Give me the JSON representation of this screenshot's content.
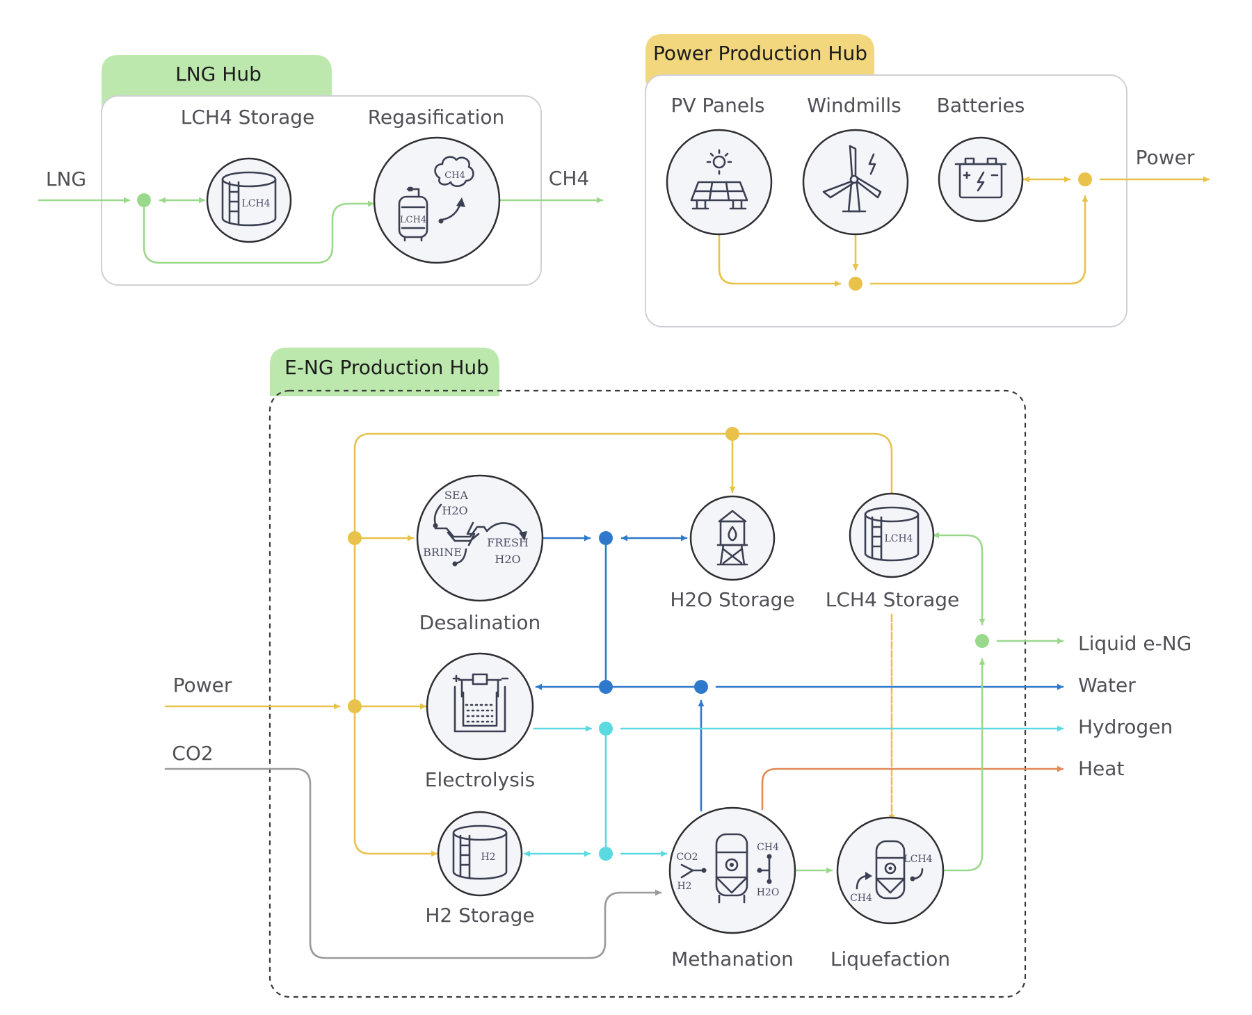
{
  "colors": {
    "gas": "#9ad98c",
    "power": "#e8c24a",
    "water": "#2f79cc",
    "hydrogen": "#5ad9e0",
    "co2": "#9a9a9a",
    "heat": "#e08a55",
    "lng_tab": "#bce8ae",
    "power_tab": "#f2d77e"
  },
  "lng_hub": {
    "title": "LNG Hub",
    "input_label": "LNG",
    "output_label": "CH4",
    "storage": {
      "label": "LCH4 Storage",
      "icon": "tank-icon",
      "glyph": "LCH4"
    },
    "regas": {
      "label": "Regasification",
      "icon": "gas-cylinder-icon",
      "glyph_tank": "LCH4",
      "glyph_cloud": "CH4"
    }
  },
  "power_hub": {
    "title": "Power Production Hub",
    "output_label": "Power",
    "pv": {
      "label": "PV Panels",
      "icon": "solar-panel-icon"
    },
    "wind": {
      "label": "Windmills",
      "icon": "wind-turbine-icon"
    },
    "battery": {
      "label": "Batteries",
      "icon": "battery-icon"
    }
  },
  "eng_hub": {
    "title": "E-NG Production Hub",
    "inputs": {
      "power": "Power",
      "co2": "CO2"
    },
    "outputs": {
      "liquid_eng": "Liquid e-NG",
      "water": "Water",
      "hydrogen": "Hydrogen",
      "heat": "Heat"
    },
    "desalination": {
      "label": "Desalination",
      "icon": "desalination-icon",
      "sea": "SEA",
      "h2o": "H2O",
      "brine": "BRINE",
      "fresh": "FRESH",
      "fresh_h2o": "H2O"
    },
    "h2o_storage": {
      "label": "H2O Storage",
      "icon": "water-tower-icon"
    },
    "lch4_storage": {
      "label": "LCH4 Storage",
      "icon": "tank-icon",
      "glyph": "LCH4"
    },
    "electrolysis": {
      "label": "Electrolysis",
      "icon": "electrolyzer-icon"
    },
    "h2_storage": {
      "label": "H2 Storage",
      "icon": "tank-icon",
      "glyph": "H2"
    },
    "methanation": {
      "label": "Methanation",
      "icon": "reactor-icon",
      "co2": "CO2",
      "h2": "H2",
      "ch4": "CH4",
      "h2o": "H2O"
    },
    "liquefaction": {
      "label": "Liquefaction",
      "icon": "liquefier-icon",
      "ch4": "CH4",
      "lch4": "LCH4"
    }
  }
}
